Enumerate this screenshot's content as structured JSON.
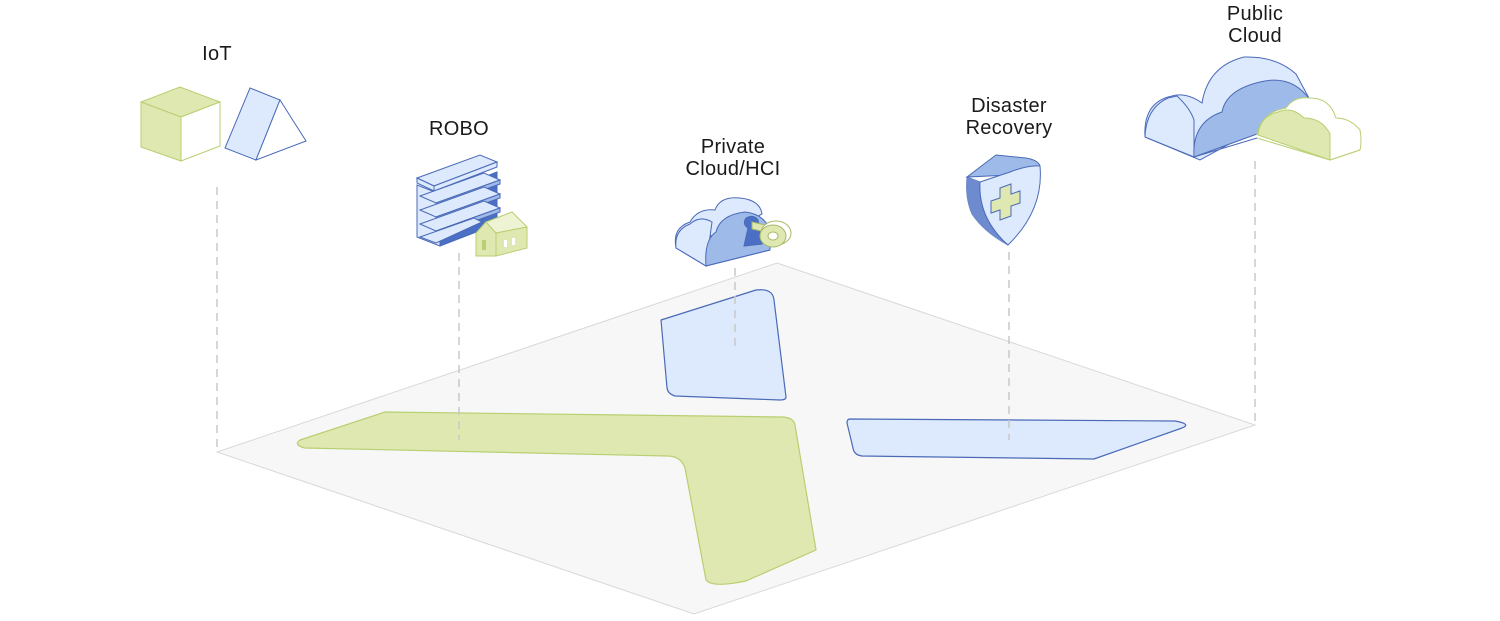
{
  "diagram": {
    "title": "Edge-to-cloud deployment locations",
    "colors": {
      "plane_fill": "#f7f7f7",
      "plane_stroke": "#d9d9d9",
      "blue_light": "#dde9fc",
      "blue_mid": "#9dbae9",
      "blue_dark": "#4a6fc4",
      "blue_stroke": "#4a6ab8",
      "green_light": "#dfe8b0",
      "green_stroke": "#b8cf72",
      "leader_line": "#c8c8c8",
      "text": "#1a1a1a"
    },
    "nodes": [
      {
        "id": "iot",
        "label_lines": [
          "IoT"
        ],
        "icon": "cube-and-prism-icon"
      },
      {
        "id": "robo",
        "label_lines": [
          "ROBO"
        ],
        "icon": "office-building-with-house-icon"
      },
      {
        "id": "private-cloud",
        "label_lines": [
          "Private",
          "Cloud/HCI"
        ],
        "icon": "cloud-with-key-icon"
      },
      {
        "id": "disaster-recovery",
        "label_lines": [
          "Disaster",
          "Recovery"
        ],
        "icon": "shield-with-cross-icon"
      },
      {
        "id": "public-cloud",
        "label_lines": [
          "Public",
          "Cloud"
        ],
        "icon": "double-cloud-icon"
      }
    ],
    "regions": [
      {
        "id": "green-chevron-region",
        "color": "green"
      },
      {
        "id": "blue-upper-region",
        "color": "blue"
      },
      {
        "id": "blue-right-region",
        "color": "blue"
      }
    ]
  }
}
